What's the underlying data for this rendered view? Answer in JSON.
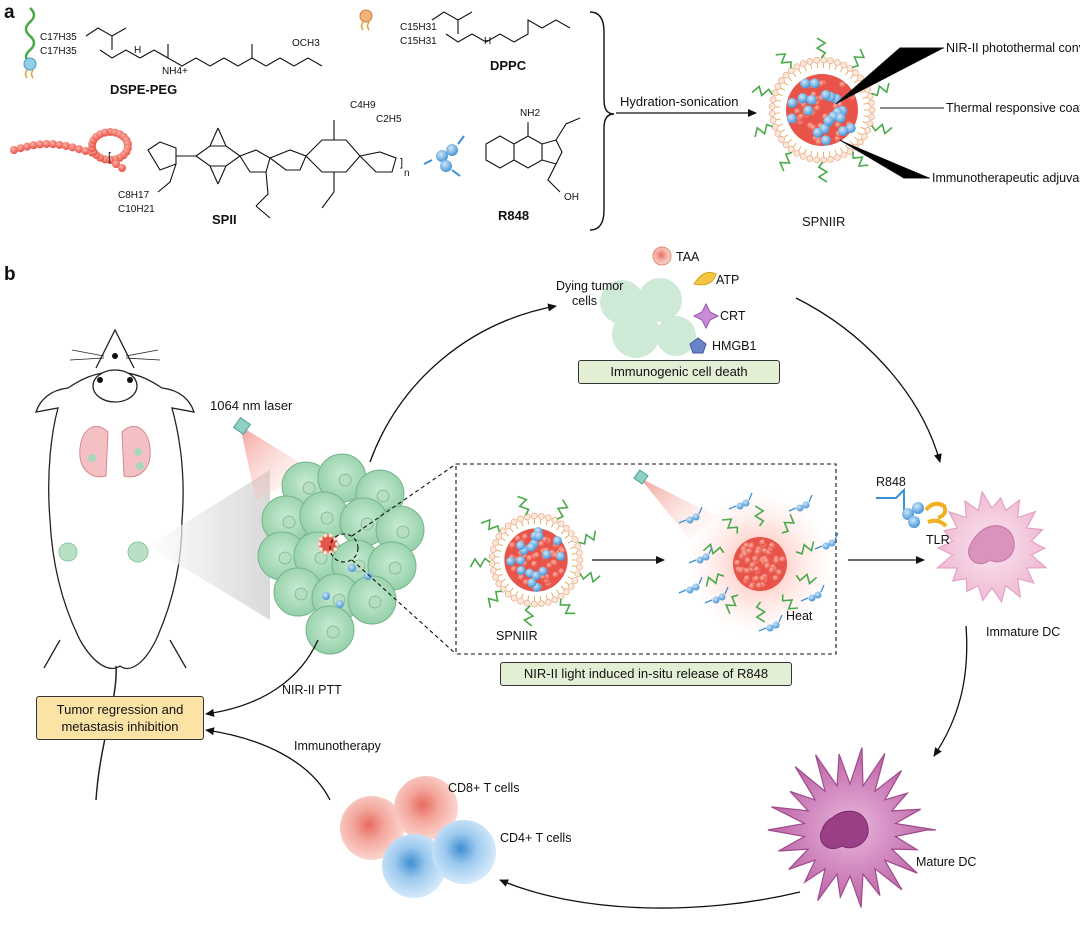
{
  "panel_a": {
    "label": "a",
    "molecules": {
      "dspe_peg": "DSPE-PEG",
      "dppc": "DPPC",
      "sp": "SPII",
      "r848": "R848",
      "dspe_c17_1": "C17H35",
      "dspe_c17_2": "C17H35",
      "dspe_nh4": "NH4+",
      "dspe_och3": "OCH3",
      "dspe_h": "H",
      "dppc_c15_1": "C15H31",
      "dppc_c15_2": "C15H31",
      "dppc_h": "H",
      "sp_c8": "C8H17",
      "sp_c10": "C10H21",
      "sp_c4": "C4H9",
      "sp_c2": "C2H5",
      "sp_n": "n",
      "r848_nh2": "NH2",
      "r848_oh": "OH"
    },
    "process": "Hydration-sonication",
    "product": "SPNIIR",
    "callouts": [
      "NIR-II photothermal converter",
      "Thermal responsive coating",
      "Immunotherapeutic adjuvant"
    ]
  },
  "panel_b": {
    "label": "b",
    "laser": "1064 nm laser",
    "dying_cells": "Dying tumor cells",
    "damps": [
      "TAA",
      "ATP",
      "CRT",
      "HMGB1"
    ],
    "icd_box": "Immunogenic cell death",
    "release_box": "NIR-II light induced in-situ release of R848",
    "inset_label": "SPNIIR",
    "heat": "Heat",
    "r848": "R848",
    "tlr": "TLR",
    "immature_dc": "Immature DC",
    "mature_dc": "Mature DC",
    "cd8": "CD8+ T cells",
    "cd4": "CD4+ T cells",
    "ptt": "NIR-II PTT",
    "immunotherapy": "Immunotherapy",
    "outcome": "Tumor regression and metastasis inhibition"
  },
  "colors": {
    "nanoparticle_core": "#e8544a",
    "r848_blue": "#5aa0d8",
    "peg_green": "#4aa94a",
    "tumor_green": "#a8d8b8",
    "icd_box_bg": "#e3efd5",
    "outcome_box_bg": "#fbe3a6",
    "dc_pink": "#f2c4dc",
    "dc_mature": "#c46aaa"
  }
}
